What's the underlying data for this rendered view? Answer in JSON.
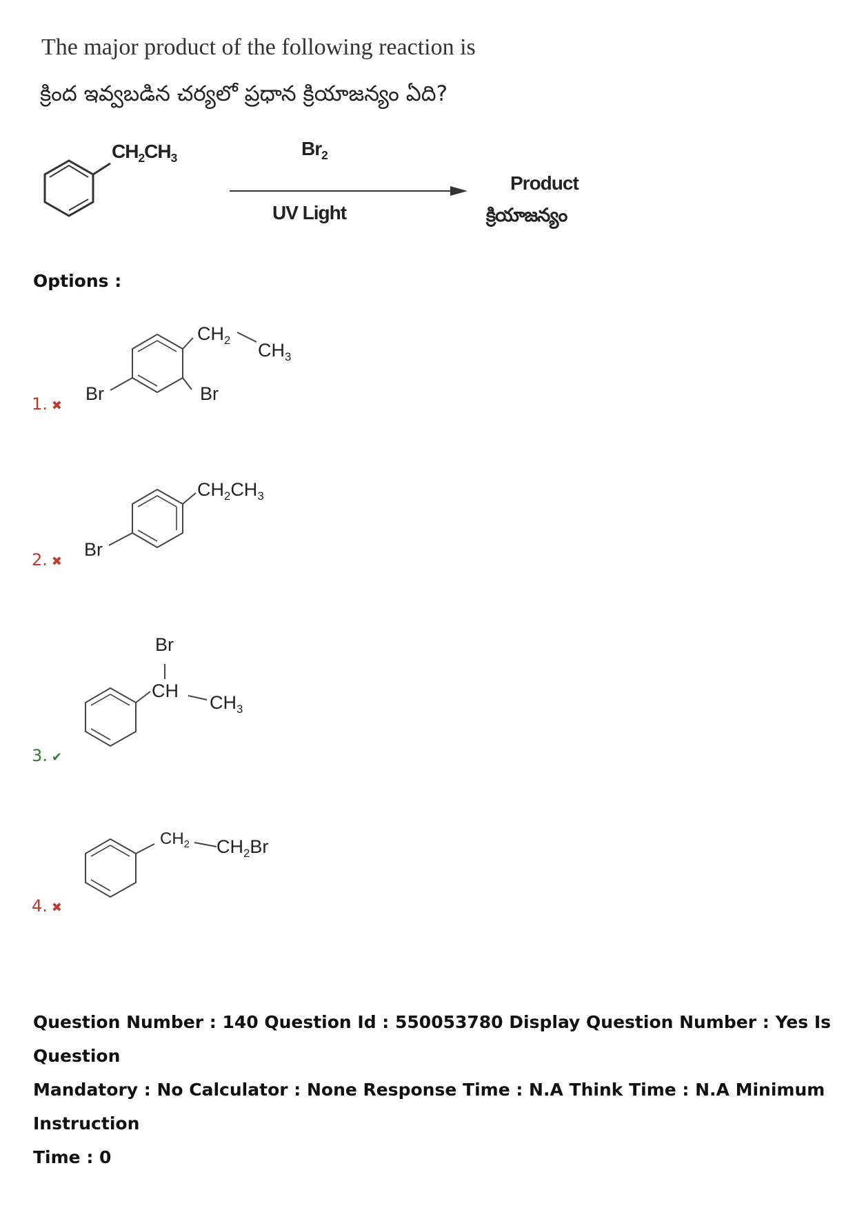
{
  "question": {
    "text_en": "The major product of the following reaction is",
    "text_te": "క్రింద ఇవ్వబడిన చర్యలో ప్రధాన క్రియాజన్యం ఏది?"
  },
  "reaction": {
    "reactant_group": "CH",
    "reactant_group_tail": "CH",
    "reagent": "Br",
    "condition": "UV Light",
    "product_en": "Product",
    "product_te": "క్రియాజన్యం"
  },
  "options_label": "Options :",
  "options": [
    {
      "number": "1.",
      "status": "wrong",
      "mark_icon": "cross-icon",
      "labels": {
        "ch2": "CH",
        "ch3": "CH",
        "br_left": "Br",
        "br_ring": "Br"
      }
    },
    {
      "number": "2.",
      "status": "wrong",
      "mark_icon": "cross-icon",
      "labels": {
        "group": "CH",
        "group_tail": "CH",
        "br_left": "Br"
      }
    },
    {
      "number": "3.",
      "status": "correct",
      "mark_icon": "check-icon",
      "labels": {
        "br_top": "Br",
        "ch": "CH",
        "ch3": "CH"
      }
    },
    {
      "number": "4.",
      "status": "wrong",
      "mark_icon": "cross-icon",
      "labels": {
        "ch2": "CH",
        "ch2br": "CH",
        "ch2br_tail": "Br"
      }
    }
  ],
  "meta": {
    "line1": "Question Number : 140 Question Id : 550053780 Display Question Number : Yes Is Question",
    "line2": "Mandatory : No Calculator : None Response Time : N.A Think Time : N.A Minimum Instruction",
    "line3": "Time : 0"
  },
  "colors": {
    "wrong": "#c0392b",
    "correct": "#2e7d32"
  }
}
